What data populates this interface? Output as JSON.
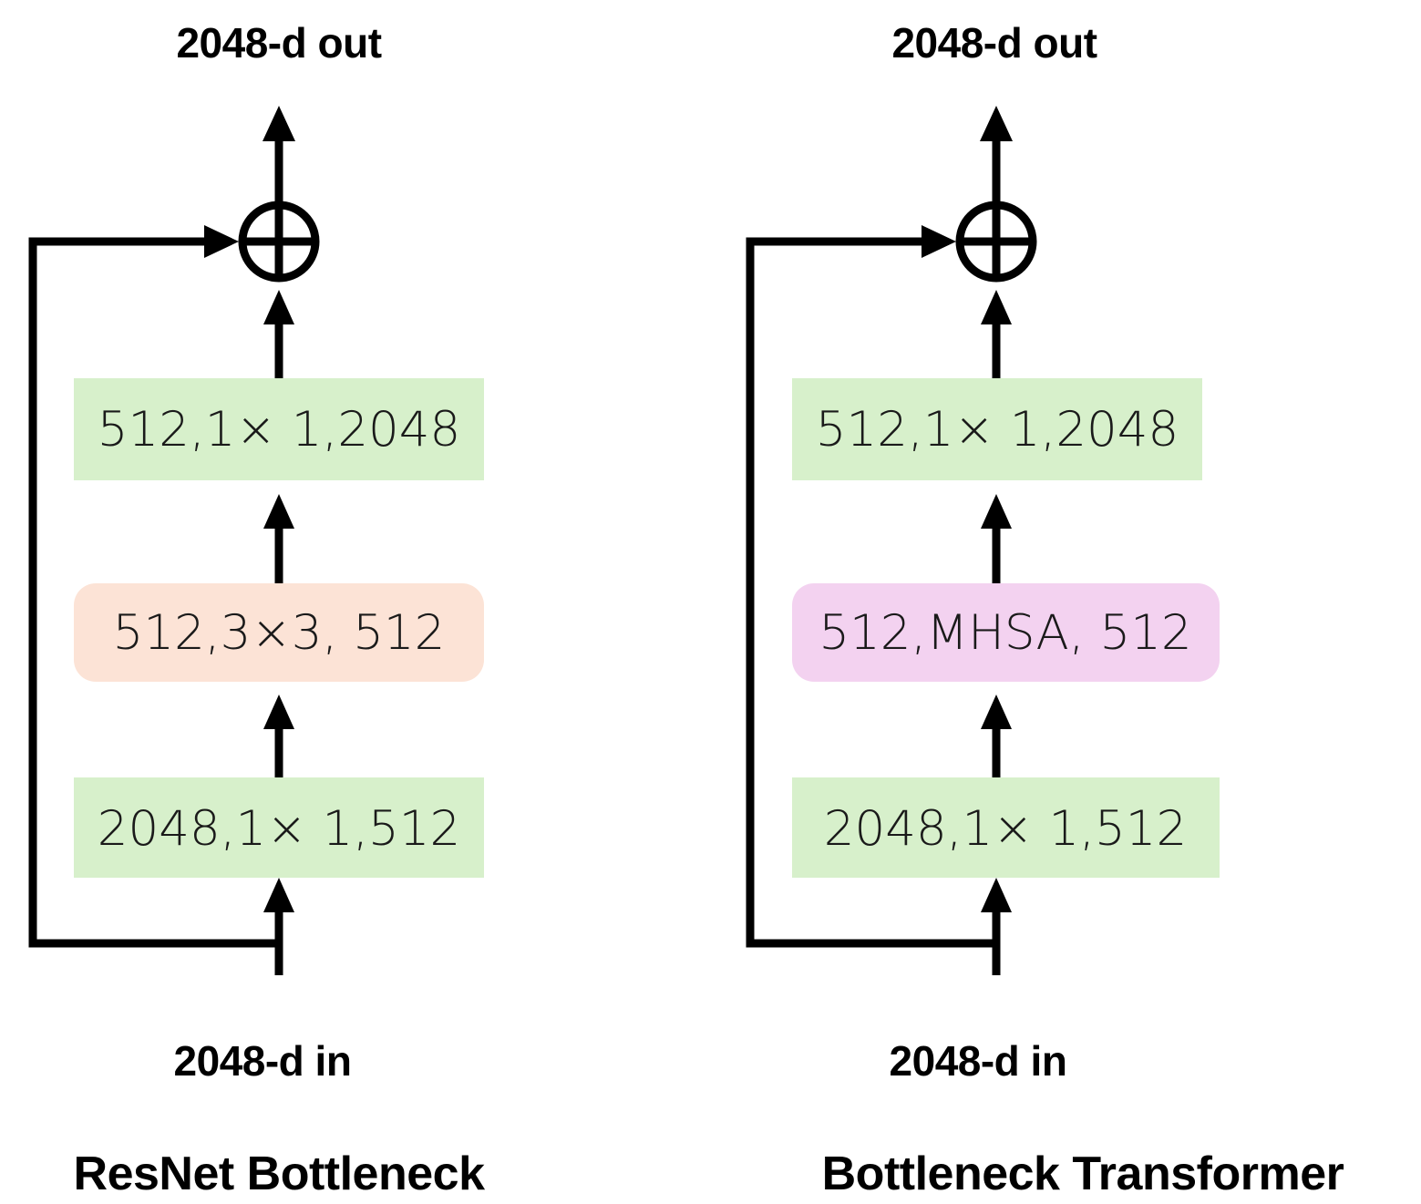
{
  "figure": {
    "title_absent": true,
    "background_color": "#ffffff",
    "line_color": "#000000",
    "text_color": "#1a1a1a"
  },
  "palette": {
    "green": "#d7f0cb",
    "orange": "#fce3d6",
    "pink": "#f3d2f0",
    "stroke": "#000000"
  },
  "panels": [
    {
      "id": "resnet-bottleneck",
      "caption": "ResNet Bottleneck",
      "top_label": "2048-d out",
      "bottom_label": "2048-d in",
      "sum_node_icon": "circled-plus-icon",
      "blocks": [
        {
          "id": "block-top",
          "label": "512,1× 1,2048",
          "color": "#d7f0cb",
          "shape": "rect",
          "order": 3
        },
        {
          "id": "block-middle",
          "label": "512,3×3, 512",
          "color": "#fce3d6",
          "shape": "rounded",
          "order": 2
        },
        {
          "id": "block-bottom",
          "label": "2048,1× 1,512",
          "color": "#d7f0cb",
          "shape": "rect",
          "order": 1
        }
      ]
    },
    {
      "id": "bottleneck-transformer",
      "caption": "Bottleneck Transformer",
      "top_label": "2048-d out",
      "bottom_label": "2048-d in",
      "sum_node_icon": "circled-plus-icon",
      "blocks": [
        {
          "id": "block-top",
          "label": "512,1× 1,2048",
          "color": "#d7f0cb",
          "shape": "rect",
          "order": 3
        },
        {
          "id": "block-middle",
          "label": "512,MHSA, 512",
          "color": "#f3d2f0",
          "shape": "rounded",
          "order": 2
        },
        {
          "id": "block-bottom",
          "label": "2048,1× 1,512",
          "color": "#d7f0cb",
          "shape": "rect",
          "order": 1
        }
      ]
    }
  ],
  "chart_data": {
    "type": "diagram",
    "title": "",
    "description": "Side-by-side comparison of a ResNet Bottleneck block and a Bottleneck Transformer block",
    "nodes": [
      "2048-d out",
      "512,1× 1,2048",
      "512,3×3, 512",
      "2048,1× 1,512",
      "2048-d in",
      "512,MHSA, 512"
    ],
    "edges": [
      "2048-d in -> 2048,1× 1,512",
      "2048,1× 1,512 -> middle block",
      "middle block -> 512,1× 1,2048",
      "512,1× 1,2048 -> circled-plus",
      "skip: 2048-d in -> circled-plus",
      "circled-plus -> 2048-d out"
    ]
  }
}
